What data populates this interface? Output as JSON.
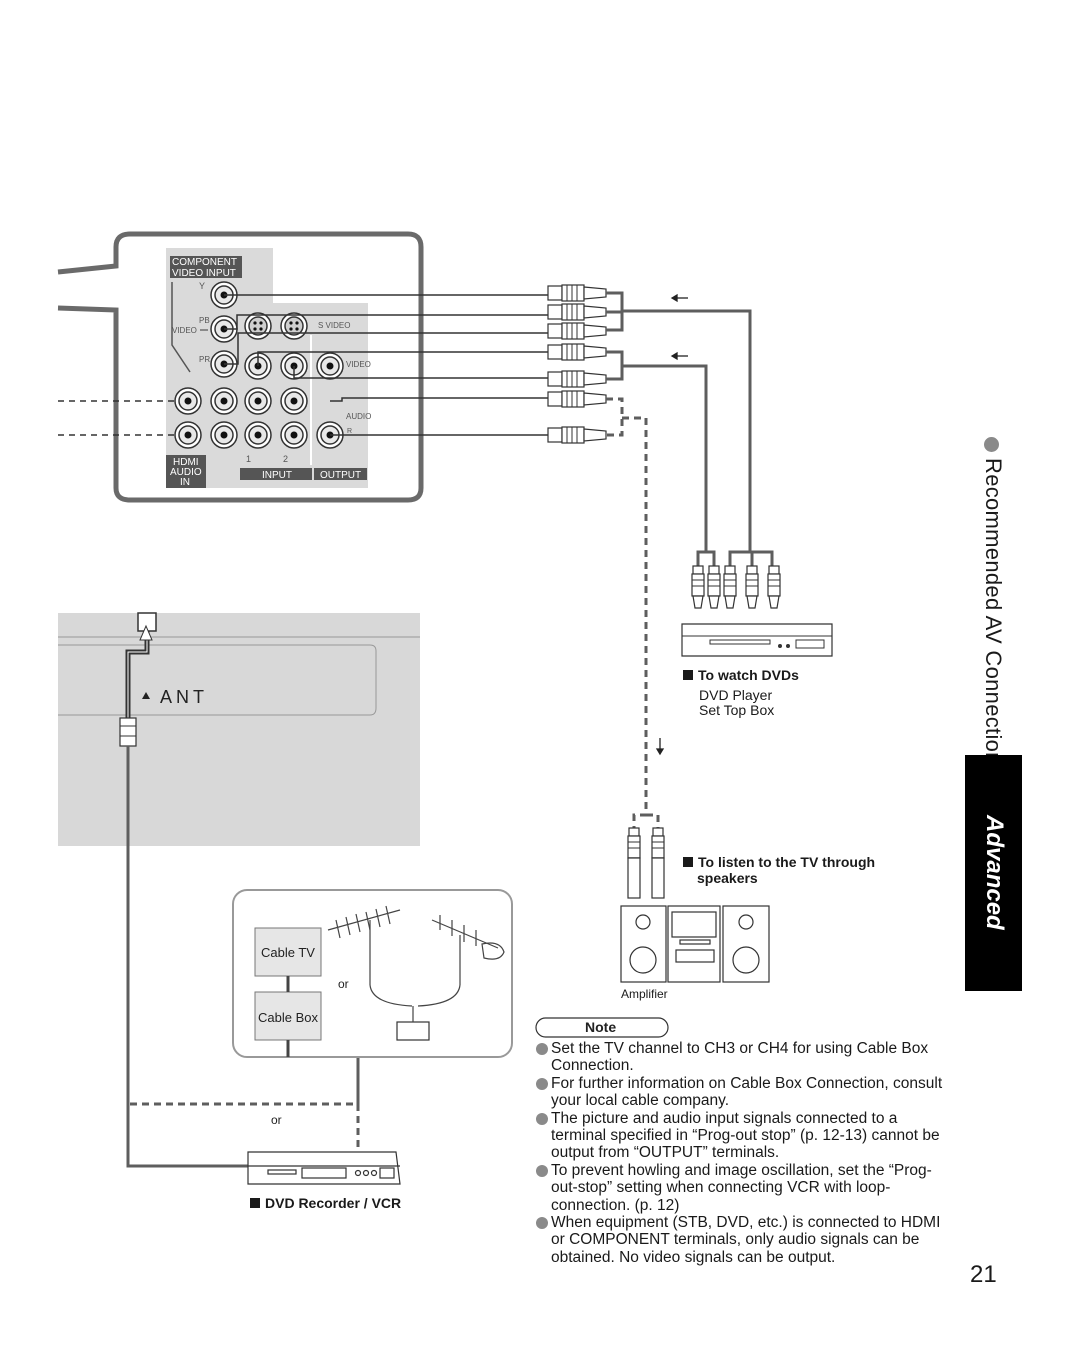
{
  "panel": {
    "component_label_1": "COMPONENT",
    "component_label_2": "VIDEO INPUT",
    "y_label": "Y",
    "pb_label": "PB",
    "pr_label": "PR",
    "video_label": "VIDEO",
    "svideo_label": "S VIDEO",
    "video_right_label": "VIDEO",
    "audio_label": "AUDIO",
    "r_label": "R",
    "hdmi_1": "HDMI",
    "hdmi_2": "AUDIO",
    "hdmi_3": "IN",
    "num_1": "1",
    "num_2": "2",
    "input_label": "INPUT",
    "output_label": "OUTPUT"
  },
  "ant_label": "ANT",
  "source_box": {
    "cable_tv": "Cable TV",
    "cable_box": "Cable Box",
    "or": "or"
  },
  "or_lower": "or",
  "dvd_recorder_label": "DVD Recorder / VCR",
  "watch_dvds": {
    "heading": "To watch DVDs",
    "line1": "DVD Player",
    "line2": "Set Top Box"
  },
  "listen": {
    "heading_1": "To listen to the TV through",
    "heading_2": "speakers"
  },
  "amplifier_label": "Amplifier",
  "note": {
    "title": "Note",
    "items": [
      "Set the TV channel to CH3 or CH4 for using Cable Box Connection.",
      "For further information on Cable Box Connection, consult your local cable company.",
      "The picture and audio input signals connected to a terminal specified in “Prog-out stop” (p. 12-13) cannot be output from “OUTPUT” terminals.",
      "To prevent howling and image oscillation, set the “Prog-out-stop” setting when connecting VCR with loop-connection. (p. 12)",
      "When equipment (STB, DVD, etc.) is connected to HDMI or COMPONENT terminals, only audio signals can be obtained. No video signals can be output."
    ]
  },
  "side_title": "Recommended AV Connections",
  "section_tab": "Advanced",
  "page_number": "21",
  "colors": {
    "cable_gray": "#5e5e5e",
    "panel_gray": "#dadada",
    "dark_label": "#555555",
    "tab_black": "#000000"
  }
}
